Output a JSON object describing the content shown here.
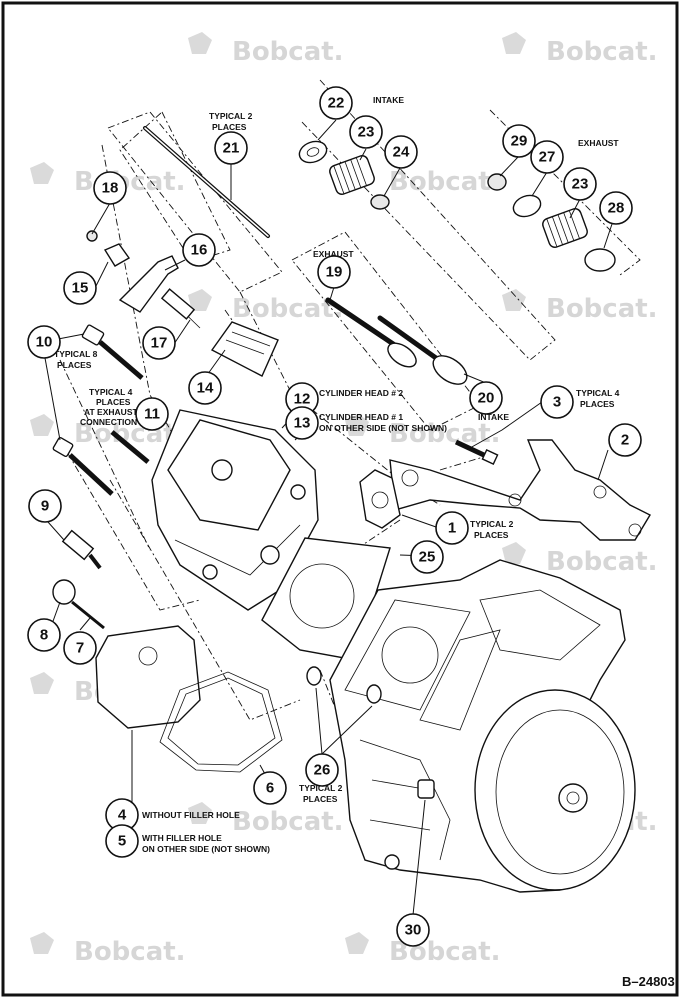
{
  "watermark": {
    "brand": "Bobcat."
  },
  "figure_code": "B–24803",
  "callouts": [
    {
      "num": "1"
    },
    {
      "num": "2"
    },
    {
      "num": "3"
    },
    {
      "num": "4"
    },
    {
      "num": "5"
    },
    {
      "num": "6"
    },
    {
      "num": "7"
    },
    {
      "num": "8"
    },
    {
      "num": "9"
    },
    {
      "num": "10"
    },
    {
      "num": "11"
    },
    {
      "num": "12"
    },
    {
      "num": "13"
    },
    {
      "num": "14"
    },
    {
      "num": "15"
    },
    {
      "num": "16"
    },
    {
      "num": "17"
    },
    {
      "num": "18"
    },
    {
      "num": "19"
    },
    {
      "num": "20"
    },
    {
      "num": "21"
    },
    {
      "num": "22"
    },
    {
      "num": "23"
    },
    {
      "num": "24"
    },
    {
      "num": "25"
    },
    {
      "num": "26"
    },
    {
      "num": "27"
    },
    {
      "num": "28"
    },
    {
      "num": "29"
    },
    {
      "num": "30"
    },
    {
      "num": "23"
    }
  ],
  "labels": {
    "typical_2_places_top": [
      "TYPICAL 2",
      "PLACES"
    ],
    "intake_top": "INTAKE",
    "exhaust_top": "EXHAUST",
    "exhaust_valve": "EXHAUST",
    "intake_valve": "INTAKE",
    "typical_8_places": [
      "TYPICAL 8",
      "PLACES"
    ],
    "typical_4_exhaust": [
      "TYPICAL 4",
      "PLACES",
      "AT EXHAUST",
      "CONNECTION"
    ],
    "cylinder_head_2": "CYLINDER HEAD # 2",
    "cylinder_head_1": [
      "CYLINDER HEAD # 1",
      "ON OTHER SIDE (NOT SHOWN)"
    ],
    "typical_4_places_right": [
      "TYPICAL 4",
      "PLACES"
    ],
    "typical_2_places_gasket": [
      "TYPICAL 2",
      "PLACES"
    ],
    "typical_2_places_dowel": [
      "TYPICAL 2",
      "PLACES"
    ],
    "without_filler_hole": "WITHOUT FILLER HOLE",
    "with_filler_hole": [
      "WITH FILLER HOLE",
      "ON OTHER SIDE (NOT SHOWN)"
    ]
  }
}
